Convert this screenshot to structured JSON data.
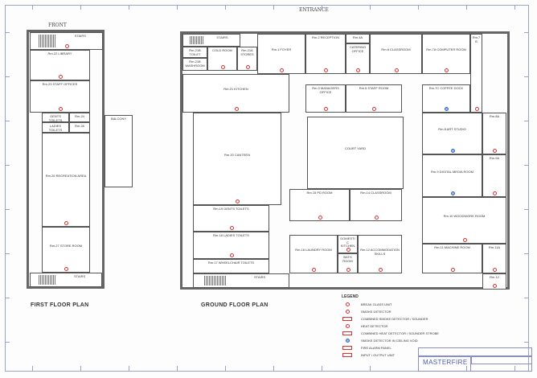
{
  "annotations": {
    "front": "FRONT",
    "entrance": "ENTRANCE"
  },
  "first_floor": {
    "title": "FIRST FLOOR PLAN",
    "rooms": [
      {
        "label": "STAIRS"
      },
      {
        "label": "Rm.22 LIBRARY"
      },
      {
        "label": "Rm.23 STAFF OFFICES"
      },
      {
        "label": "GENTS TOILETS"
      },
      {
        "label": "Rm.24"
      },
      {
        "label": "LADIES TOILETS"
      },
      {
        "label": "Rm.25"
      },
      {
        "label": "Rm.26 RECREATION AREA"
      },
      {
        "label": "Rm.27 STORE ROOM"
      },
      {
        "label": "STAIRS"
      },
      {
        "label": "BALCONY"
      }
    ]
  },
  "ground_floor": {
    "title": "GROUND FLOOR PLAN",
    "rooms": [
      {
        "label": "STAIRS"
      },
      {
        "label": "Rm.21B TOILET"
      },
      {
        "label": "Rm.21B WASHROOM"
      },
      {
        "label": "COLD ROOM"
      },
      {
        "label": "Rm.21A STORES"
      },
      {
        "label": "Rm.1 FOYER"
      },
      {
        "label": "Rm.2 RECEPTION"
      },
      {
        "label": "Rm.4A"
      },
      {
        "label": "CATERING OFFICE"
      },
      {
        "label": "Rm.6 CLASSROOM"
      },
      {
        "label": "Rm.7A COMPUTER ROOM"
      },
      {
        "label": "Rm.7B"
      },
      {
        "label": "Rm.21 KITCHEN"
      },
      {
        "label": "Rm.3 MANAGERS OFFICE"
      },
      {
        "label": "Rm.5 STAFF ROOM"
      },
      {
        "label": "Rm.7C COFFEE DOCK"
      },
      {
        "label": "Rm.20 CANTEEN"
      },
      {
        "label": "COURT YARD"
      },
      {
        "label": "Rm.8 ART STUDIO"
      },
      {
        "label": "Rm.8A"
      },
      {
        "label": "Rm.9 DIGITAL MEDIA ROOM"
      },
      {
        "label": "Rm.9A"
      },
      {
        "label": "Rm.10 WOODWORK ROOM"
      },
      {
        "label": "Rm.15 PD ROOM"
      },
      {
        "label": "Rm.14 CLASSROOM"
      },
      {
        "label": "Rm.19 GENTS TOILETS"
      },
      {
        "label": "Rm.18 LADIES TOILETS"
      },
      {
        "label": "Rm.17 WHEELCHAIR TOILETS"
      },
      {
        "label": "STAIRS"
      },
      {
        "label": "Rm.16 LAUNDRY ROOM"
      },
      {
        "label": "DOMESTIC KITCHEN"
      },
      {
        "label": "BATH ROOM"
      },
      {
        "label": "Rm.12 ACCOMMODATION SKILLS"
      },
      {
        "label": "Rm.11 MACHINE ROOM"
      },
      {
        "label": "Rm.11A"
      },
      {
        "label": "Rm.12"
      }
    ]
  },
  "legend": {
    "title": "LEGEND",
    "items": [
      {
        "icon": "break-glass-icon",
        "label": "BREAK GLASS UNIT"
      },
      {
        "icon": "smoke-detector-icon",
        "label": "SMOKE DETECTOR"
      },
      {
        "icon": "smoke-sounder-icon",
        "label": "COMBINED SMOKE DETECTOR / SOUNDER"
      },
      {
        "icon": "heat-detector-icon",
        "label": "HEAT DETECTOR"
      },
      {
        "icon": "heat-sounder-strobe-icon",
        "label": "COMBINED HEAT DETECTOR / SOUNDER STROBE"
      },
      {
        "icon": "ceiling-void-detector-icon",
        "label": "SMOKE DETECTOR IN CEILING VOID"
      },
      {
        "icon": "fire-alarm-panel-icon",
        "label": "FIRE ALARM PANEL"
      },
      {
        "icon": "io-unit-icon",
        "label": "INPUT / OUTPUT UNIT"
      }
    ]
  },
  "title_block": {
    "logo": "MASTERFIRE"
  },
  "colors": {
    "device": "#dd3333",
    "void_detector": "#3366cc",
    "frame": "#9aa3c8",
    "walls": "#555555"
  }
}
